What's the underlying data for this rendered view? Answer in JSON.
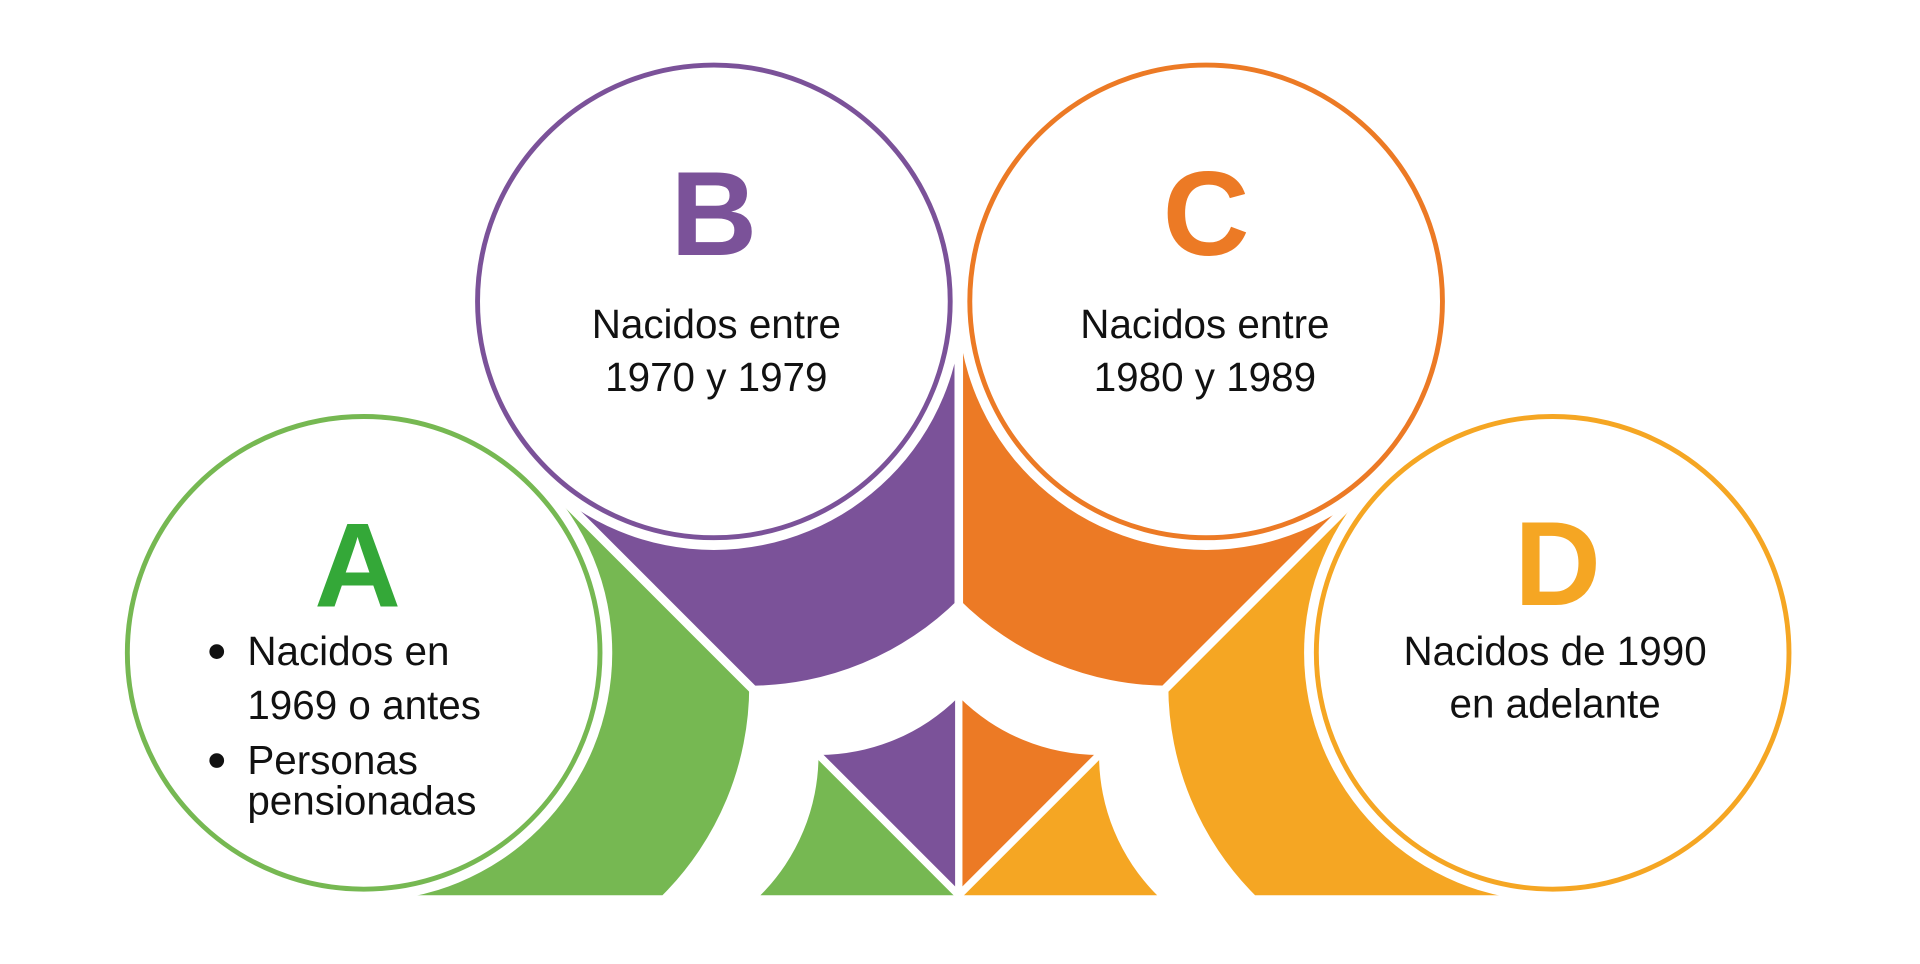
{
  "colors": {
    "a": "#76b852",
    "a_letter": "#34a838",
    "b": "#7b5299",
    "c": "#ec7a25",
    "d": "#f5a623"
  },
  "groups": [
    {
      "letter": "A",
      "bullets": [
        "Nacidos en",
        "1969 o antes",
        "Personas",
        "pensionadas"
      ]
    },
    {
      "letter": "B",
      "lines": [
        "Nacidos entre",
        "1970 y 1979"
      ]
    },
    {
      "letter": "C",
      "lines": [
        "Nacidos entre",
        "1980 y 1989"
      ]
    },
    {
      "letter": "D",
      "lines": [
        "Nacidos de 1990",
        "en adelante"
      ]
    }
  ]
}
